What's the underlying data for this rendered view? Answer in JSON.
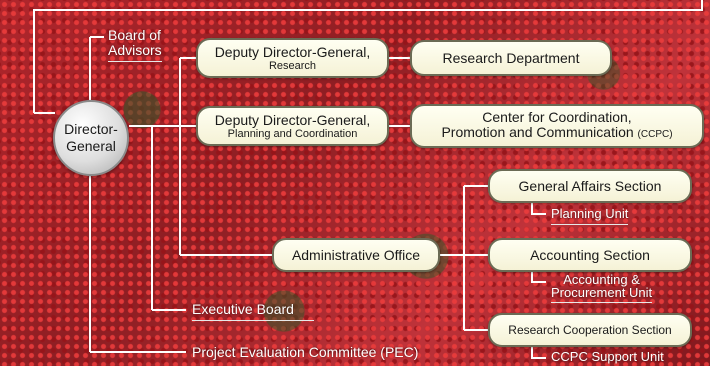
{
  "director": {
    "line1": "Director-",
    "line2": "General"
  },
  "advisors": {
    "line1": "Board of",
    "line2": "Advisors"
  },
  "deputy_research": {
    "line1": "Deputy Director-General,",
    "line2": "Research"
  },
  "research_department": {
    "label": "Research Department"
  },
  "deputy_planning": {
    "line1": "Deputy Director-General,",
    "line2": "Planning and Coordination"
  },
  "ccpc": {
    "line1": "Center for Coordination,",
    "line2a": "Promotion and Communication",
    "line2b": "(CCPC)"
  },
  "administrative_office": {
    "label": "Administrative Office"
  },
  "general_affairs": {
    "label": "General Affairs Section",
    "unit": "Planning Unit"
  },
  "accounting": {
    "label": "Accounting Section",
    "unit_line1": "Accounting &",
    "unit_line2": "Procurement Unit"
  },
  "research_cooperation": {
    "label": "Research Cooperation Section",
    "unit": "CCPC Support Unit"
  },
  "executive_board": {
    "label": "Executive Board"
  },
  "pec": {
    "label": "Project Evaluation Committee (PEC)"
  }
}
